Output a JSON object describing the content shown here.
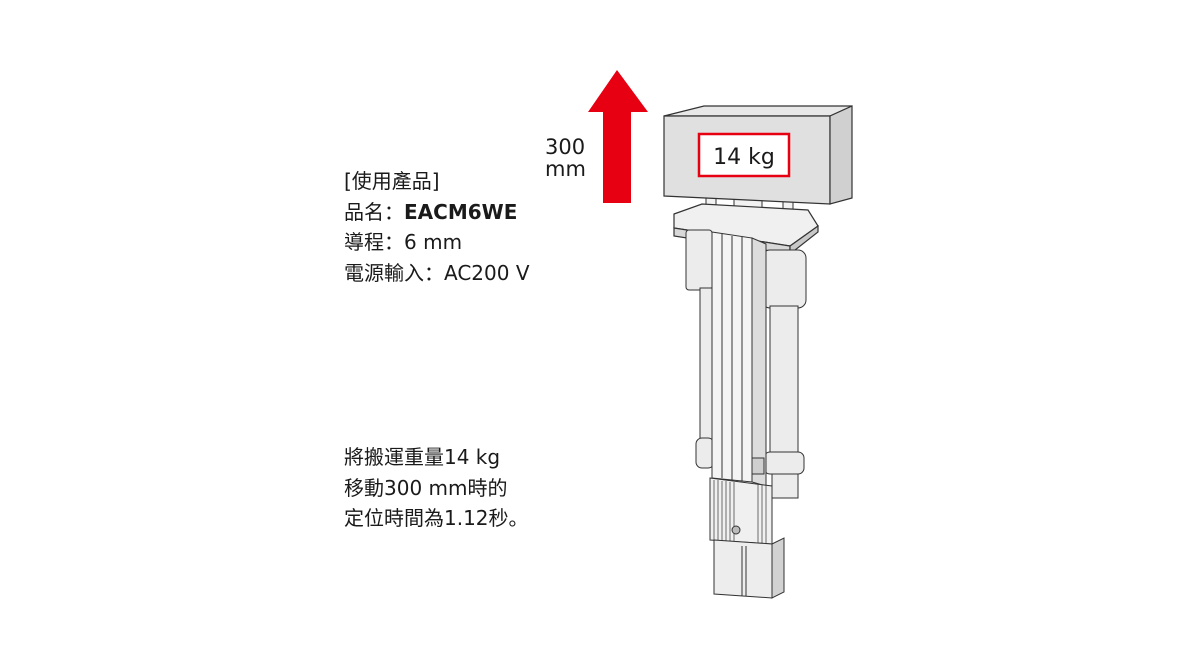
{
  "spec": {
    "heading": "[使用產品]",
    "product_label": "品名：",
    "product_value": "EACM6WE",
    "lead_label": "導程：",
    "lead_value": "6 mm",
    "power_label": "電源輸入：",
    "power_value": "AC200 V"
  },
  "result": {
    "line1": "將搬運重量14 kg",
    "line2": "移動300 mm時的",
    "line3": "定位時間為1.12秒。"
  },
  "diagram": {
    "distance_value": "300",
    "distance_unit": "mm",
    "load_label": "14 kg",
    "arrow_color": "#e60012",
    "load_box_border_color": "#e60012"
  }
}
